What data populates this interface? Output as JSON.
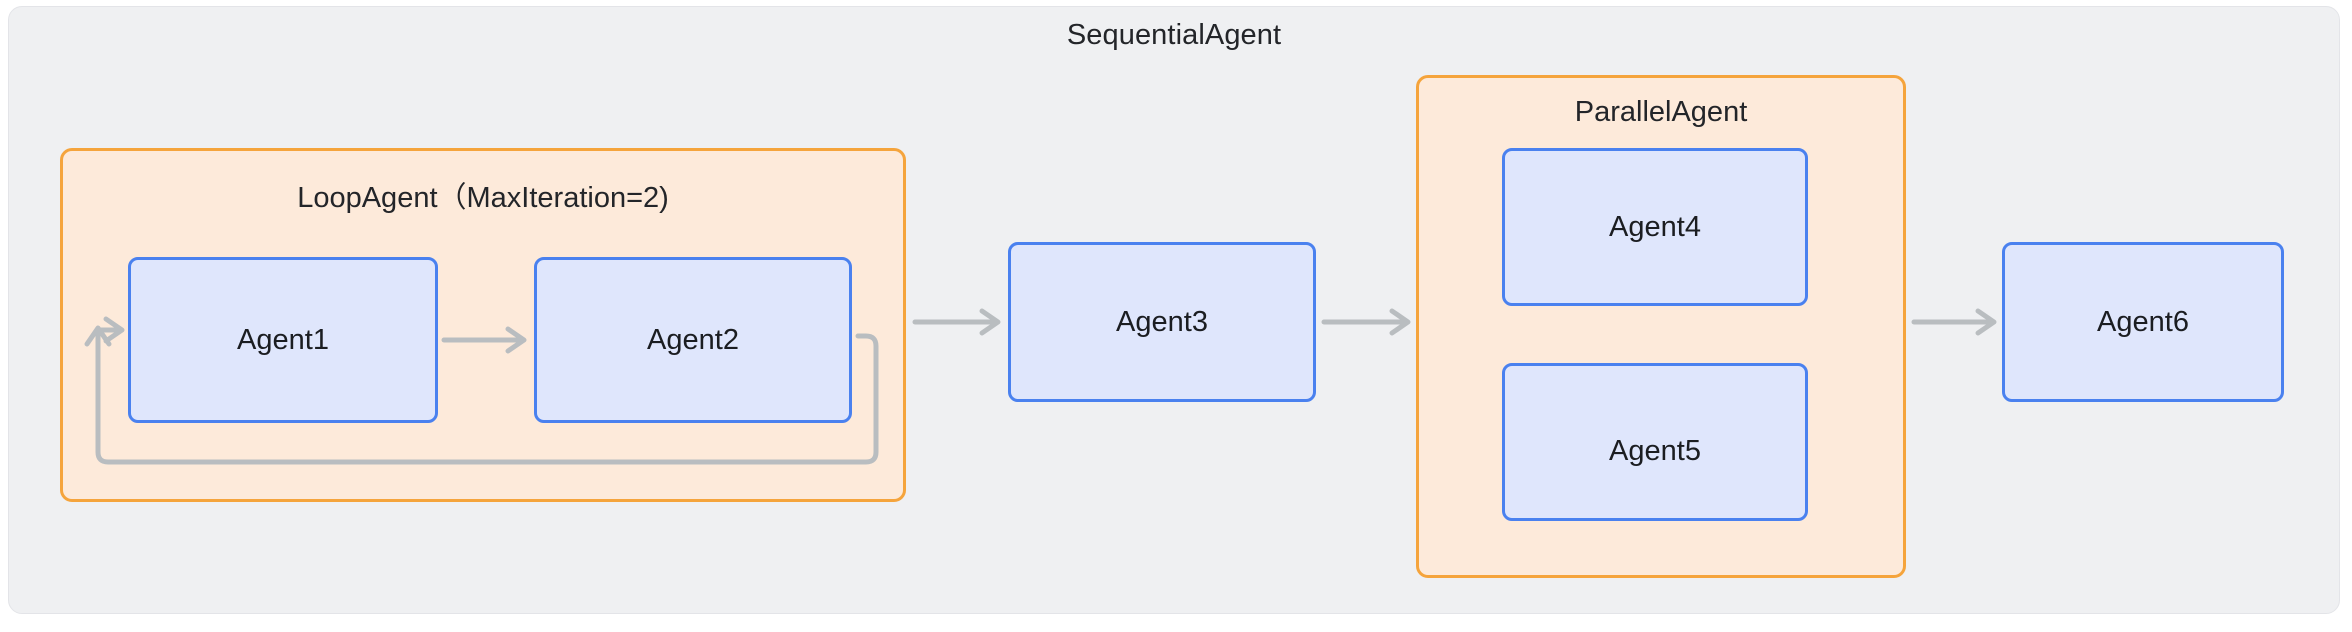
{
  "diagram": {
    "type": "agent-orchestration-flow",
    "root": {
      "label": "SequentialAgent",
      "kind": "sequential-container"
    },
    "groups": [
      {
        "id": "loop-agent",
        "label": "LoopAgent（MaxIteration=2)",
        "kind": "loop-container",
        "max_iteration": 2,
        "children": [
          "Agent1",
          "Agent2"
        ]
      },
      {
        "id": "parallel-agent",
        "label": "ParallelAgent",
        "kind": "parallel-container",
        "children": [
          "Agent4",
          "Agent5"
        ]
      }
    ],
    "nodes": [
      {
        "id": "agent1",
        "label": "Agent1"
      },
      {
        "id": "agent2",
        "label": "Agent2"
      },
      {
        "id": "agent3",
        "label": "Agent3"
      },
      {
        "id": "agent4",
        "label": "Agent4"
      },
      {
        "id": "agent5",
        "label": "Agent5"
      },
      {
        "id": "agent6",
        "label": "Agent6"
      }
    ],
    "edges": [
      {
        "from": "agent1",
        "to": "agent2",
        "style": "arrow"
      },
      {
        "from": "agent2",
        "to": "agent1",
        "style": "loop-back-arrow"
      },
      {
        "from": "loop-agent",
        "to": "agent3",
        "style": "arrow"
      },
      {
        "from": "agent3",
        "to": "parallel-agent",
        "style": "arrow"
      },
      {
        "from": "parallel-agent",
        "to": "agent6",
        "style": "arrow"
      }
    ]
  },
  "colors": {
    "page_background": "#ffffff",
    "outer_container_fill": "#eff0f2",
    "outer_container_border": "#e3e4e8",
    "group_fill": "#fdeada",
    "group_border": "#f5a43c",
    "node_fill": "#dfe6fc",
    "node_border": "#4a81ef",
    "connector": "#b9bdc0",
    "text": "#232529"
  }
}
